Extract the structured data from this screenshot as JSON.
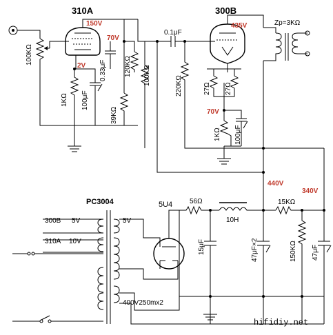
{
  "tubes": {
    "t310a": "310A",
    "t300b": "300B",
    "t5u4": "5U4"
  },
  "transformer": {
    "model": "PC3004",
    "output_label": "Zp=3KΩ"
  },
  "voltages": {
    "v150": "150V",
    "v2": "2V",
    "v70a": "70V",
    "v435": "435V",
    "v70b": "70V",
    "v440": "440V",
    "v340": "340V"
  },
  "components": {
    "vol": "100KΩ",
    "r1k_a": "1KΩ",
    "c100_a": "100μF",
    "c033": "0.33μF",
    "r120k": "120KΩ",
    "r100k": "100KΩ",
    "r39k": "39KΩ",
    "c01": "0.1μF",
    "r220k": "220KΩ",
    "r27a": "27Ω",
    "r27b": "27Ω",
    "r1k_b": "1KΩ",
    "c100_b": "100μF",
    "r56": "56Ω",
    "choke": "10H",
    "c15": "15μF",
    "c47x2": "47μF×2",
    "r15k": "15KΩ",
    "r150k": "150KΩ",
    "c47": "47μF"
  },
  "windings": {
    "w300b": "300B",
    "w5v_a": "5V",
    "w310a": "310A",
    "w10v": "10V",
    "w5v_b": "5V",
    "whv": "400V250mx2"
  },
  "watermark": "hifidiy.net"
}
